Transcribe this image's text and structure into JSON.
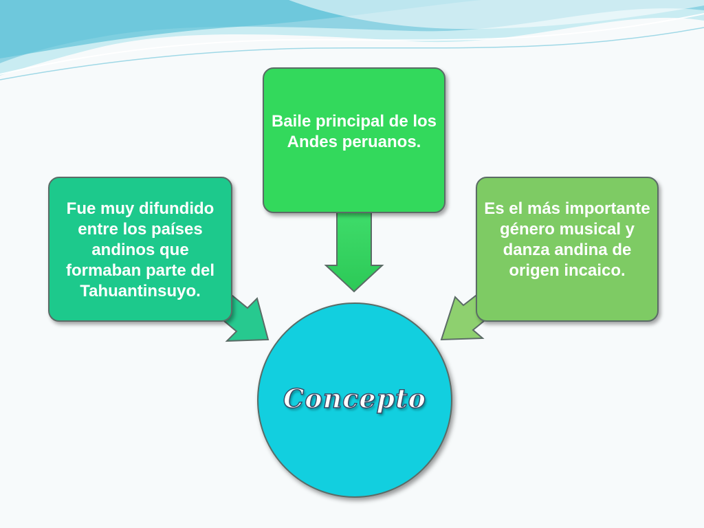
{
  "diagram": {
    "center": {
      "label": "Concepto"
    },
    "nodes": {
      "left": {
        "text": "Fue muy difundido entre los países andinos que formaban parte del Tahuantinsuyo."
      },
      "top": {
        "text": "Baile principal de los Andes peruanos."
      },
      "right": {
        "text": "Es el más importante género musical y danza andina de origen incaico."
      }
    }
  },
  "colors": {
    "left_box": "#1dc98c",
    "top_box": "#33d95c",
    "right_box": "#7ecb64",
    "center_circle": "#12cfdf",
    "wave": "#8fd3e3"
  }
}
